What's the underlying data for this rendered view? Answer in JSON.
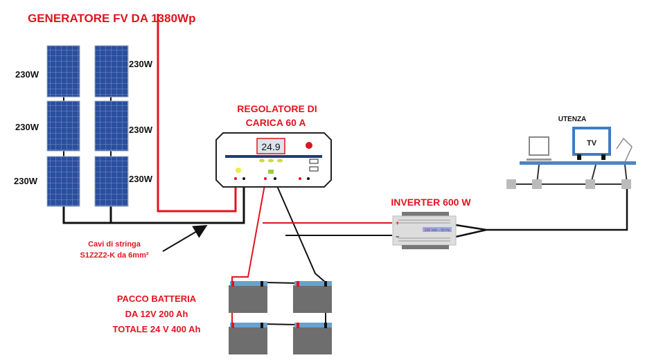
{
  "title": "GENERATORE FV DA 1380Wp",
  "panels": {
    "left_labels": [
      "230W",
      "230W",
      "230W"
    ],
    "right_labels": [
      "230W",
      "230W",
      "230W"
    ]
  },
  "controller": {
    "title_line1": "REGOLATORE DI",
    "title_line2": "CARICA 60 A",
    "display_value": "24.9"
  },
  "cable_note": {
    "line1": "Cavi di stringa",
    "line2": "S1Z2Z2-K da 6mm²"
  },
  "battery": {
    "line1": "PACCO BATTERIA",
    "line2": "DA 12V 200 Ah",
    "line3": "TOTALE 24 V 400 Ah"
  },
  "inverter": {
    "title": "INVERTER 600 W",
    "output_label": "230 Volt – 50 Hz"
  },
  "loads": {
    "title": "UTENZA",
    "tv_label": "TV"
  },
  "colors": {
    "positive_wire": "#e0141e",
    "negative_wire": "#111111",
    "panel": "#2b4f9e",
    "label_red": "#e0141e"
  }
}
